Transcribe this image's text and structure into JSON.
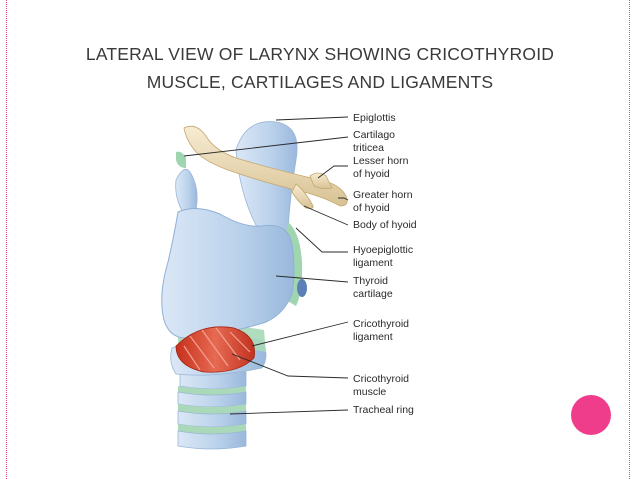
{
  "title": {
    "line1": "LATERAL VIEW OF LARYNX SHOWING CRICOTHYROID",
    "line2": "MUSCLE, CARTILAGES AND LIGAMENTS"
  },
  "labels": {
    "epiglottis": "Epiglottis",
    "cartilago_1": "Cartilago",
    "cartilago_2": "triticea",
    "lesser_1": "Lesser horn",
    "lesser_2": "of hyoid",
    "greater_1": "Greater horn",
    "greater_2": "of hyoid",
    "body": "Body of hyoid",
    "hyoepi_1": "Hyoepiglottic",
    "hyoepi_2": "ligament",
    "thyroid_1": "Thyroid",
    "thyroid_2": "cartilage",
    "cricolig_1": "Cricothyroid",
    "cricolig_2": "ligament",
    "cricomus_1": "Cricothyroid",
    "cricomus_2": "muscle",
    "tracheal": "Tracheal ring"
  },
  "colors": {
    "cartilage": "#bcd3ec",
    "bone": "#eddcb8",
    "ligament": "#9fd6b0",
    "muscle": "#d9452f",
    "accent": "#ef3d8c"
  }
}
